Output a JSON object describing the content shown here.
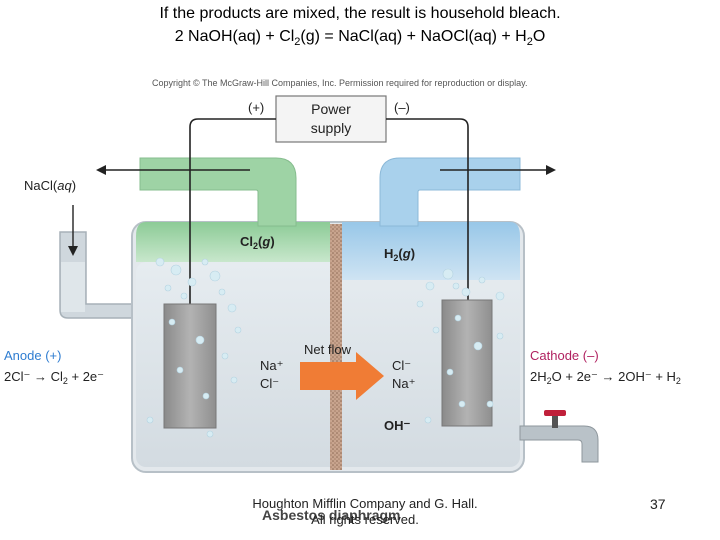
{
  "slide": {
    "title_line1": "If the products are mixed, the result is household bleach.",
    "title_line2": "2 NaOH(aq) + Cl2(g) = NaCl(aq) + NaOCl(aq) + H2O",
    "copyright": "Copyright © The McGraw-Hill Companies, Inc. Permission required for reproduction or display.",
    "footer": "Houghton Mifflin Company and G. Hall. All rights reserved.",
    "page_number": "37"
  },
  "diagram": {
    "power_supply": {
      "plus": "(+)",
      "minus": "(–)",
      "line1": "Power",
      "line2": "supply"
    },
    "feed_label": "NaCl(aq)",
    "cl2_label": "Cl2(g)",
    "h2_label": "H2(g)",
    "anode": {
      "title": "Anode (+)",
      "reaction": "2Cl⁻ → Cl2 + 2e⁻"
    },
    "cathode": {
      "title": "Cathode (–)",
      "reaction": "2H2O + 2e⁻ → 2OH⁻ + H2"
    },
    "net_flow": "Net flow",
    "left_ions": [
      "Na⁺",
      "Cl⁻"
    ],
    "right_ions": [
      "Cl⁻",
      "Na⁺"
    ],
    "oh_ion": "OH⁻",
    "diaphragm": "Asbestos diaphragm",
    "colors": {
      "anode": "#2f7dd1",
      "cathode": "#b0205f",
      "arrow": "#f07c35",
      "cl2_gas": "#9ed3a5",
      "h2_gas": "#a9d1ec"
    }
  }
}
